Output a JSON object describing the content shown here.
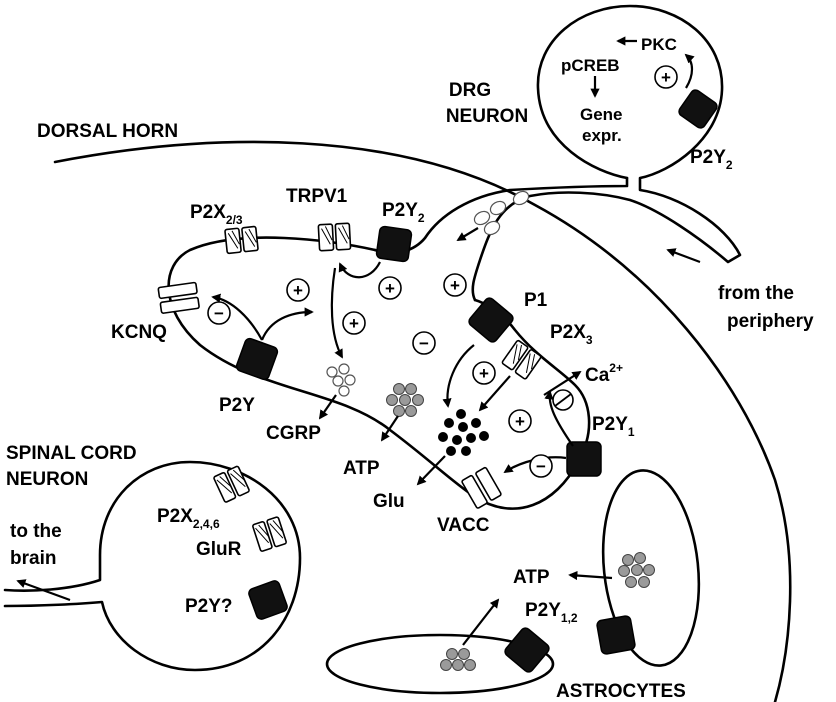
{
  "regions": {
    "dorsal_horn": "DORSAL HORN",
    "drg_neuron_line1": "DRG",
    "drg_neuron_line2": "NEURON",
    "spinal_neuron_line1": "SPINAL CORD",
    "spinal_neuron_line2": "NEURON",
    "astrocytes": "ASTROCYTES"
  },
  "drg": {
    "pcreb": "pCREB",
    "pkc": "PKC",
    "gene_line1": "Gene",
    "gene_line2": "expr.",
    "receptor_main": "P2Y",
    "receptor_sub": "2"
  },
  "directions": {
    "periphery_line1": "from the",
    "periphery_line2": "periphery",
    "brain_line1": "to the",
    "brain_line2": "brain"
  },
  "terminal": {
    "p2x23_main": "P2X",
    "p2x23_sub": "2/3",
    "trpv1": "TRPV1",
    "p2y2_main": "P2Y",
    "p2y2_sub": "2",
    "kcnq": "KCNQ",
    "p2y": "P2Y",
    "cgrp": "CGRP",
    "atp": "ATP",
    "glu": "Glu",
    "vacc": "VACC",
    "p1": "P1",
    "p2x3_main": "P2X",
    "p2x3_sub": "3",
    "ca_main": "Ca",
    "ca_sup": "2+",
    "p2y1_main": "P2Y",
    "p2y1_sub": "1"
  },
  "spinal": {
    "p2x246_main": "P2X",
    "p2x246_sub": "2,4,6",
    "glur": "GluR",
    "p2yq": "P2Y?"
  },
  "astro": {
    "atp": "ATP",
    "p2y12_main": "P2Y",
    "p2y12_sub": "1,2"
  },
  "symbols": {
    "plus": "+",
    "minus": "−"
  }
}
